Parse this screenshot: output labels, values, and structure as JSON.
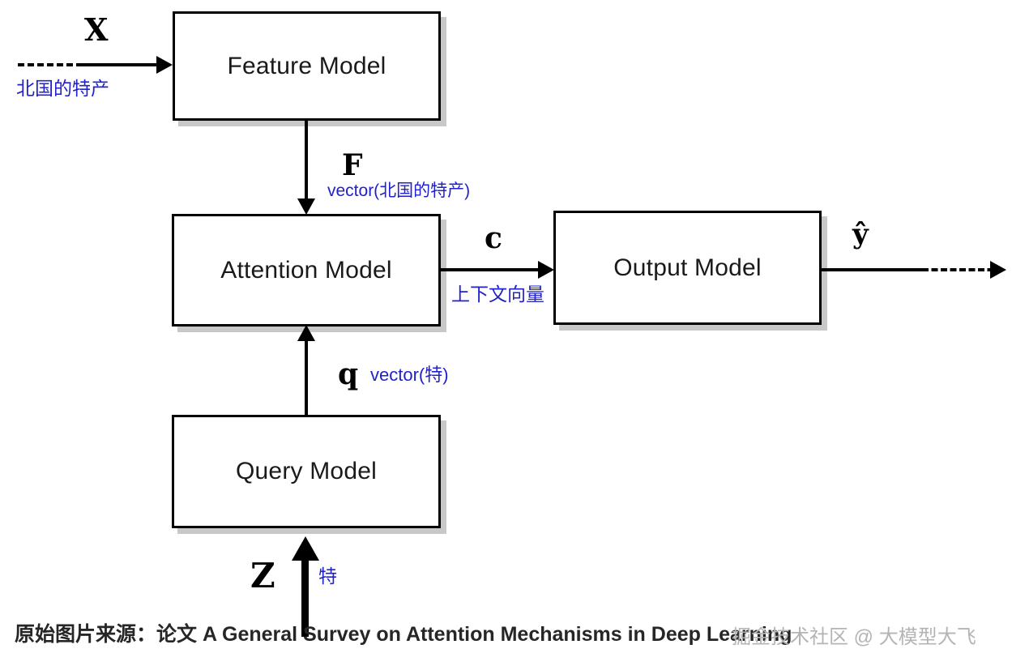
{
  "diagram": {
    "title_caption": "原始图片来源：论文 A General Survey on Attention Mechanisms in Deep Learning",
    "watermark": "掘金技术社区 @ 大模型大飞",
    "accent_blue": "#2222cc",
    "shadow_gray": "#c8c8c8",
    "stroke_black": "#000000",
    "boxes": [
      {
        "id": "feature",
        "label": "Feature Model"
      },
      {
        "id": "attention",
        "label": "Attention Model"
      },
      {
        "id": "output",
        "label": "Output Model"
      },
      {
        "id": "query",
        "label": "Query Model"
      }
    ],
    "symbols": {
      "x": "X",
      "f": "F",
      "c": "c",
      "q": "q",
      "z": "Z",
      "yhat": "ŷ"
    },
    "annotations": {
      "x": "北国的特产",
      "f": "vector(北国的特产)",
      "c": "上下文向量",
      "q": "vector(特)",
      "z": "特"
    }
  }
}
